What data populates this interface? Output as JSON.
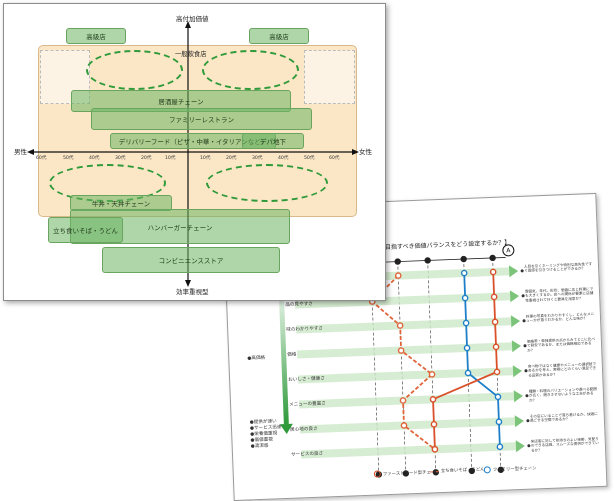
{
  "front": {
    "axis_top": "高付加価値",
    "axis_bottom": "効率重視型",
    "axis_left": "男性",
    "axis_right": "女性",
    "age_ticks_left": [
      "60代",
      "50代",
      "40代",
      "30代",
      "20代",
      "10代"
    ],
    "age_ticks_right": [
      "10代",
      "20代",
      "30代",
      "40代",
      "50代",
      "60代"
    ],
    "boxes": {
      "kokyu_left": "高級店",
      "kokyu_right": "高級店",
      "ippan": "一般飲食店",
      "izakaya": "居酒屋チェーン",
      "family": "ファミリーレストラン",
      "delivery": "デリバリーフード（ピザ・中華・イタリアンなど）",
      "depachika": "デパ地下",
      "gyudon": "牛丼・天丼チェーン",
      "tachigui": "立ち食いそば・うどん",
      "burger": "ハンバーガーチェーン",
      "conveni": "コンビニエンスストア"
    }
  },
  "back": {
    "title": "Sの目指すべき価値バランスをどう設定するか？】",
    "col_markers": [
      "③",
      "②",
      "①",
      "⓪",
      "①",
      "②"
    ],
    "top_end": "A",
    "rows": [
      {
        "label": "",
        "desc": "人目を引くネーミングや特別な高先性ですぐ直感を引きつけることができるか？"
      },
      {
        "label": "品の見やすさ",
        "desc": "雰囲気、年代、形状、価値に応じ料理にでも大きくするか。店への関係が要素に店舗性重視されて行くと要員を用意か？"
      },
      {
        "label": "味のわかりやすさ",
        "desc": "料理の写真をわかりやすくし、どんなメニューかが直ぐわかるか、どんな味か？"
      },
      {
        "label": "価格",
        "desc": "価格帯・単独提供の点からみてどこに比べて割安であるか、または価格相応であるか？"
      },
      {
        "label": "おいしさ・健康さ",
        "desc": "食べ物ではなく健康やメニューの選択肢であるかを考え、実際にどのくらい満足できる品質かあるか？"
      },
      {
        "label": "メニューの豊富さ",
        "desc": "種類・料理のバリエーションや選べる範囲が広く、飽きさせないような工夫があるか？"
      },
      {
        "label": "居心地の良さ",
        "desc": "その店にいることで落ち着けるか、快適に過ごせる空間であるか？"
      },
      {
        "label": "サービスの良さ",
        "desc": "来店客に対して気持ちのよい接客、気配りのできる店員、スムーズな提供ができているか？"
      }
    ],
    "left_notes": [
      "●高価格"
    ],
    "left_notes_bottom": [
      "●提供が速い",
      "●サービス迅速",
      "●栄養価重視",
      "●価値重視",
      "●清潔感"
    ],
    "legend": {
      "fastfood": "ファーストフード型チェーン",
      "tachigui": "立ち食いそば・うどん",
      "family": "ファミリー型チェーン"
    },
    "colors": {
      "fastfood": "#d9502a",
      "tachigui": "#e0643a",
      "family": "#1f7fc9"
    }
  }
}
